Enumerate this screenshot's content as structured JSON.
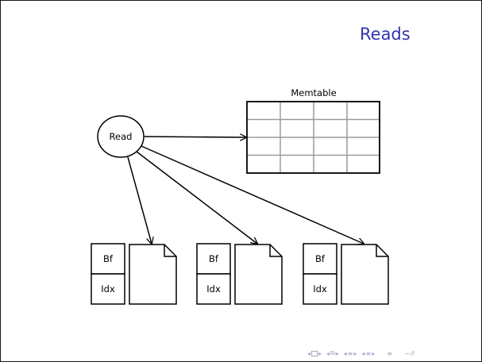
{
  "slide": {
    "title": "Reads",
    "title_color": "#3333b3"
  },
  "diagram": {
    "read_node_label": "Read",
    "memtable_label": "Memtable",
    "memtable_grid": {
      "rows": 4,
      "columns": 4
    },
    "sstables": [
      {
        "bloom_filter_label": "Bf",
        "index_label": "Idx"
      },
      {
        "bloom_filter_label": "Bf",
        "index_label": "Idx"
      },
      {
        "bloom_filter_label": "Bf",
        "index_label": "Idx"
      }
    ]
  },
  "navigation": {
    "color": "#a6a6c8",
    "icons": [
      "nav-frame-prev-icon",
      "nav-frame-next-icon",
      "nav-subsection-prev-icon",
      "nav-subsection-next-icon",
      "nav-section-prev-icon",
      "nav-section-next-icon",
      "nav-subsection-back-icon",
      "nav-subsection-forward-icon",
      "nav-align-icon",
      "nav-search-icon"
    ]
  }
}
